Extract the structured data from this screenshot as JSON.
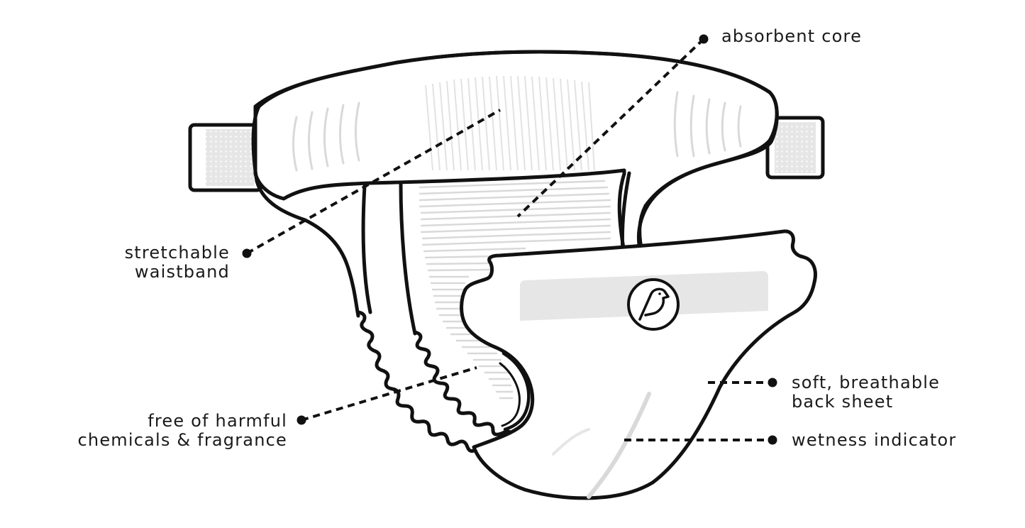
{
  "colors": {
    "outline": "#111111",
    "fill": "#ffffff",
    "detail_gray": "#d9d9d9",
    "panel_gray": "#e6e6e6"
  },
  "icons": {
    "brand_logo": "bird-logo-icon",
    "leader_dot": "dot-icon"
  },
  "labels": {
    "absorbent_core": "absorbent core",
    "stretchable_waistband": [
      "stretchable",
      "waistband"
    ],
    "free_of_harmful": [
      "free of harmful",
      "chemicals & fragrance"
    ],
    "back_sheet": [
      "soft, breathable",
      "back sheet"
    ],
    "wetness_indicator": "wetness indicator"
  }
}
